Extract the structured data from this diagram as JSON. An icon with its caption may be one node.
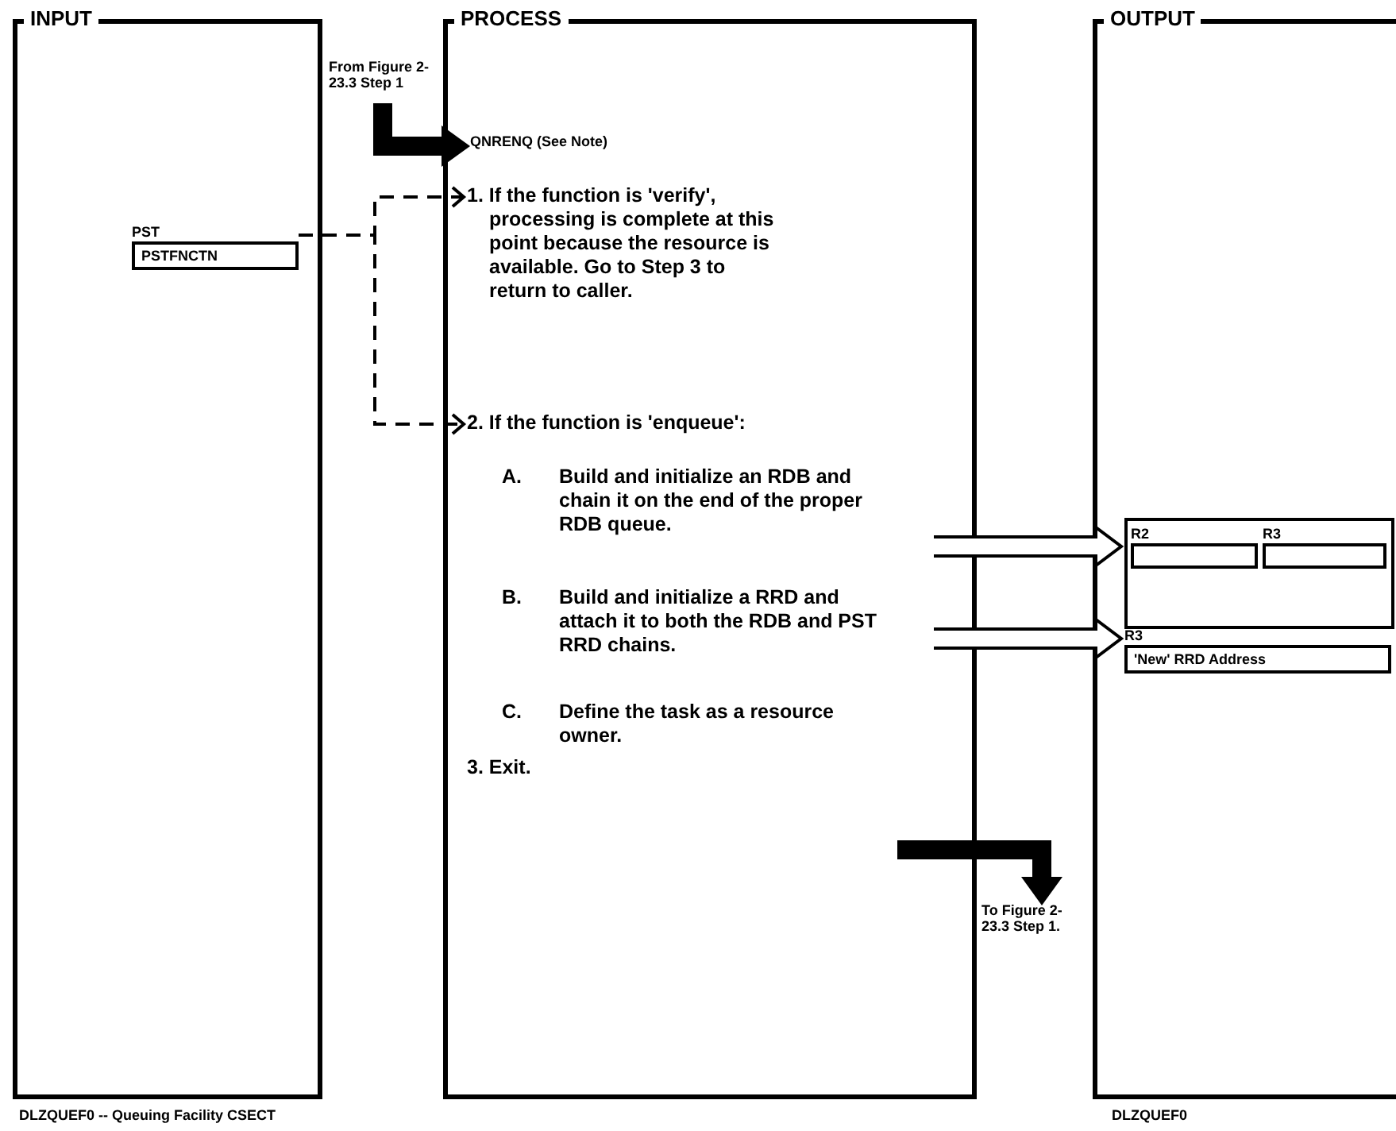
{
  "diagram": {
    "nodes": [
      {
        "text": [
          "INPUT"
        ]
      },
      {
        "text": [
          "PST",
          "PSTFNCTN"
        ],
        "in": 0
      },
      {
        "text": [
          "PROCESS"
        ]
      },
      {
        "text": [
          "From Figure 2-23.3 Step 1"
        ]
      },
      {
        "text": [
          "QNRENQ (See Note)"
        ],
        "in": 2
      },
      {
        "text": [
          "1. If the function is 'verify', processing is complete at this point because the resource is available. Go to Step 3 to return to caller."
        ],
        "in": 2
      },
      {
        "text": [
          "2. If the function is 'enqueue':"
        ],
        "in": 2
      },
      {
        "text": [
          "A.",
          "Build and initialize an RDB and chain it on the end of the proper RDB queue."
        ],
        "in": 2
      },
      {
        "text": [
          "B.",
          "Build and initialize a RRD and attach it to both the RDB and PST RRD chains."
        ],
        "in": 2
      },
      {
        "text": [
          "C.",
          "Define the task as a resource owner."
        ],
        "in": 2
      },
      {
        "text": [
          "3. Exit."
        ],
        "in": 2
      },
      {
        "text": [
          "To Figure 2-23.3 Step 1."
        ]
      },
      {
        "text": [
          "OUTPUT"
        ]
      },
      {
        "text": [],
        "shape": "box",
        "in": 12
      },
      {
        "text": [
          "R2"
        ],
        "in": 13
      },
      {
        "text": [
          "R3"
        ],
        "in": 13
      },
      {
        "text": [
          "R3",
          "'New' RRD Address"
        ],
        "in": 12
      }
    ],
    "edges": [
      {
        "from": 3,
        "to": 4,
        "arrow": "to",
        "style": "thick"
      },
      {
        "from": 1,
        "to": 5,
        "arrow": "to",
        "style": "dashed"
      },
      {
        "from": 1,
        "to": 6,
        "arrow": "to",
        "style": "dashed"
      },
      {
        "from": 7,
        "to": 13,
        "arrow": "to"
      },
      {
        "from": 8,
        "to": 16,
        "arrow": "to"
      },
      {
        "from": null,
        "to": 11,
        "arrow": "to",
        "style": "thick"
      }
    ],
    "labels": [
      "DLZQUEF0 -- Queuing Facility CSECT",
      "DLZQUEF0"
    ]
  }
}
